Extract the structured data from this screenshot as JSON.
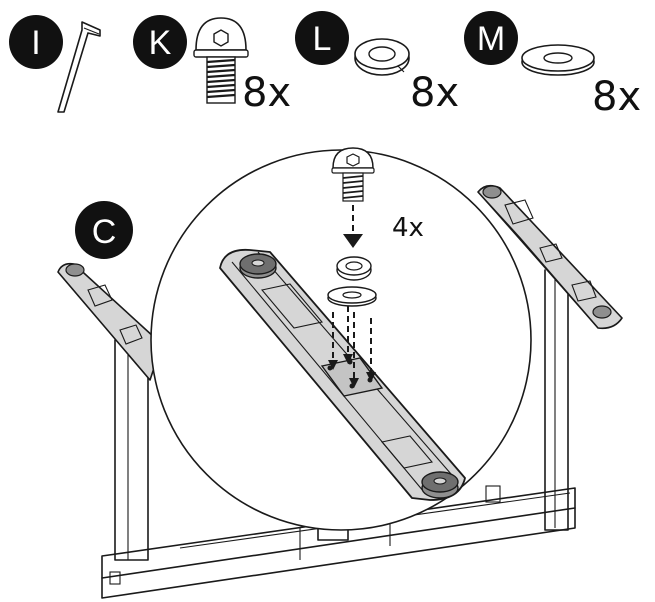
{
  "parts": [
    {
      "letter": "I",
      "quantity": ""
    },
    {
      "letter": "K",
      "quantity": "8x"
    },
    {
      "letter": "L",
      "quantity": "8x"
    },
    {
      "letter": "M",
      "quantity": "8x"
    }
  ],
  "step_label": "C",
  "detail_quantity": "4x",
  "colors": {
    "badge": "#111111",
    "rail_fill": "#d6d6d6",
    "rail_dark": "#8f8f8f",
    "line": "#1a1a1a",
    "background": "#ffffff"
  }
}
